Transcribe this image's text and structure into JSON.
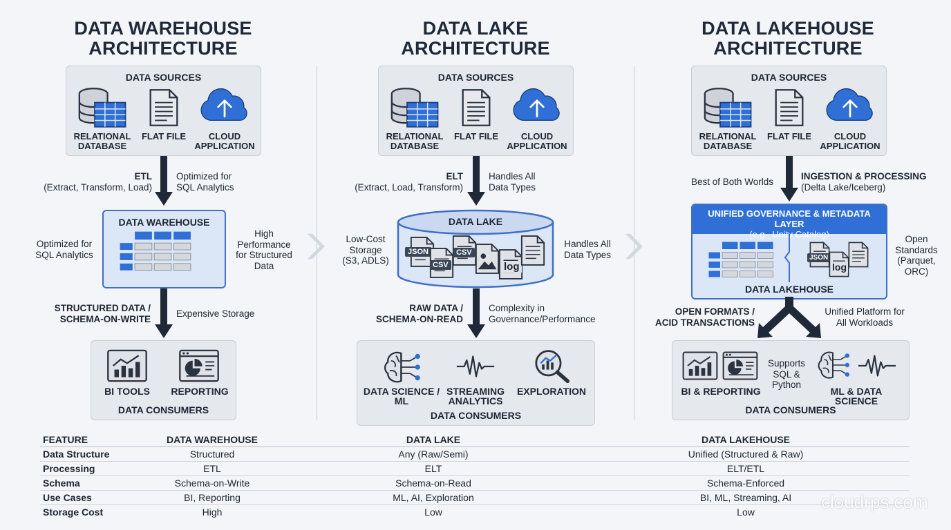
{
  "columns": {
    "warehouse": {
      "title_line1": "DATA WAREHOUSE",
      "title_line2": "ARCHITECTURE",
      "sources_heading": "DATA SOURCES",
      "source1_line1": "RELATIONAL",
      "source1_line2": "DATABASE",
      "source2": "FLAT FILE",
      "source3_line1": "CLOUD",
      "source3_line2": "APPLICATION",
      "arrow1_bold": "ETL",
      "arrow1_text": "(Extract, Transform, Load)",
      "arrow1_right_line1": "Optimized for",
      "arrow1_right_line2": "SQL Analytics",
      "store_label": "DATA WAREHOUSE",
      "left_note_line1": "Optimized for",
      "left_note_line2": "SQL Analytics",
      "right_note_line1": "High",
      "right_note_line2": "Performance",
      "right_note_line3": "for Structured",
      "right_note_line4": "Data",
      "arrow2_left_line1": "STRUCTURED DATA /",
      "arrow2_left_line2": "SCHEMA-ON-WRITE",
      "arrow2_right": "Expensive Storage",
      "consumer1": "BI TOOLS",
      "consumer2": "REPORTING",
      "consumers_heading": "DATA CONSUMERS"
    },
    "lake": {
      "title_line1": "DATA LAKE",
      "title_line2": "ARCHITECTURE",
      "sources_heading": "DATA SOURCES",
      "source1_line1": "RELATIONAL",
      "source1_line2": "DATABASE",
      "source2": "FLAT FILE",
      "source3_line1": "CLOUD",
      "source3_line2": "APPLICATION",
      "arrow1_bold": "ELT",
      "arrow1_text": "(Extract, Load, Transform)",
      "arrow1_right_line1": "Handles All",
      "arrow1_right_line2": "Data Types",
      "store_label": "DATA LAKE",
      "left_note_line1": "Low-Cost",
      "left_note_line2": "Storage",
      "left_note_line3": "(S3, ADLS)",
      "right_note_line1": "Handles All",
      "right_note_line2": "Data Types",
      "file_json": "JSON",
      "file_csv1": "CSV",
      "file_csv2": "CSV",
      "file_log": "log",
      "arrow2_left_line1": "RAW DATA /",
      "arrow2_left_line2": "SCHEMA-ON-READ",
      "arrow2_right_line1": "Complexity in",
      "arrow2_right_line2": "Governance/Performance",
      "consumer1_line1": "DATA SCIENCE /",
      "consumer1_line2": "ML",
      "consumer2_line1": "STREAMING",
      "consumer2_line2": "ANALYTICS",
      "consumer3": "EXPLORATION",
      "consumers_heading": "DATA CONSUMERS"
    },
    "lakehouse": {
      "title_line1": "DATA LAKEHOUSE",
      "title_line2": "ARCHITECTURE",
      "sources_heading": "DATA SOURCES",
      "source1_line1": "RELATIONAL",
      "source1_line2": "DATABASE",
      "source2": "FLAT FILE",
      "source3_line1": "CLOUD",
      "source3_line2": "APPLICATION",
      "arrow1_left": "Best of Both Worlds",
      "arrow1_right_line1": "INGESTION & PROCESSING",
      "arrow1_right_line2": "(Delta Lake/Iceberg)",
      "gov_line1": "UNIFIED GOVERNANCE & METADATA LAYER",
      "gov_line2": "(e.g., Unity Catalog)",
      "file_json": "JSON",
      "file_log": "log",
      "store_label": "DATA LAKEHOUSE",
      "right_note_line1": "Open",
      "right_note_line2": "Standards",
      "right_note_line3": "(Parquet,",
      "right_note_line4": "ORC)",
      "arrow2_left_line1": "OPEN FORMATS /",
      "arrow2_left_line2": "ACID TRANSACTIONS",
      "arrow2_right_line1": "Unified Platform for",
      "arrow2_right_line2": "All Workloads",
      "consumer_mid_line1": "Supports",
      "consumer_mid_line2": "SQL &",
      "consumer_mid_line3": "Python",
      "consumer1": "BI & REPORTING",
      "consumer2": "ML & DATA SCIENCE",
      "consumers_heading": "DATA CONSUMERS"
    }
  },
  "table": {
    "headers": [
      "FEATURE",
      "DATA WAREHOUSE",
      "DATA LAKE",
      "DATA LAKEHOUSE"
    ],
    "rows": [
      [
        "Data Structure",
        "Structured",
        "Any (Raw/Semi)",
        "Unified (Structured & Raw)"
      ],
      [
        "Processing",
        "ETL",
        "ELT",
        "ELT/ETL"
      ],
      [
        "Schema",
        "Schema-on-Write",
        "Schema-on-Read",
        "Schema-Enforced"
      ],
      [
        "Use Cases",
        "BI, Reporting",
        "ML, AI, Exploration",
        "BI, ML, Streaming, AI"
      ],
      [
        "Storage Cost",
        "High",
        "Low",
        "Low"
      ]
    ]
  },
  "watermark": "cloudrps.com",
  "colors": {
    "accent_blue": "#2f6fd6",
    "dark_arrow": "#1f2937",
    "panel_gray": "#e5e8ed",
    "chevron_gray": "#d3d8df"
  },
  "icons": [
    "database-icon",
    "flat-file-icon",
    "cloud-upload-icon",
    "bar-chart-icon",
    "report-icon",
    "brain-network-icon",
    "waveform-icon",
    "magnifier-chart-icon",
    "chevron-right-icon",
    "file-icon"
  ]
}
